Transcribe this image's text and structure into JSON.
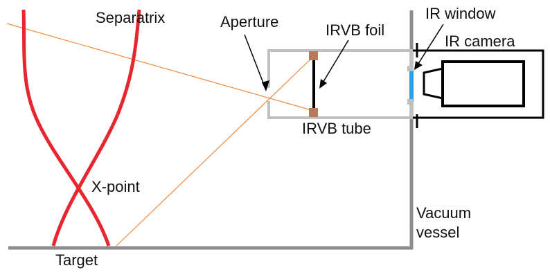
{
  "labels": {
    "separatrix": "Separatrix",
    "aperture": "Aperture",
    "irvb_foil": "IRVB foil",
    "ir_window": "IR window",
    "ir_camera": "IR camera",
    "irvb_tube": "IRVB tube",
    "x_point": "X-point",
    "vacuum_vessel_line1": "Vacuum",
    "vacuum_vessel_line2": "vessel",
    "target": "Target"
  },
  "colors": {
    "separatrix": "#e8262f",
    "sightline": "#f28a3c",
    "tube": "#c0c0c0",
    "vessel": "#8c8c8c",
    "foil_clamp": "#b87a5a",
    "window": "#27a4e0",
    "outline": "#000000"
  }
}
